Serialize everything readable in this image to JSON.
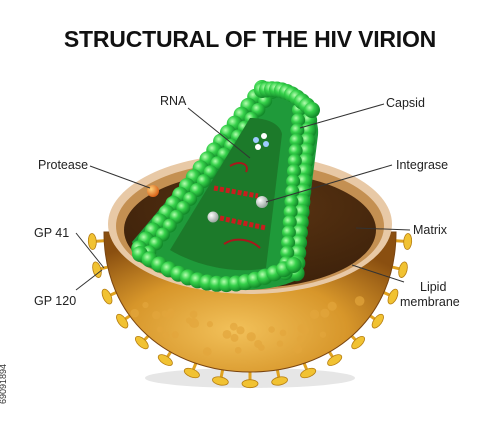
{
  "title": "STRUCTURAL OF THE HIV VIRION",
  "labels": {
    "rna": "RNA",
    "capsid": "Capsid",
    "protease": "Protease",
    "integrase": "Integrase",
    "gp41": "GP 41",
    "matrix": "Matrix",
    "lipid_membrane_line1": "Lipid",
    "lipid_membrane_line2": "membrane",
    "gp120": "GP 120"
  },
  "stock_id": "69091894",
  "colors": {
    "capsid_green": "#2ecc40",
    "envelope_gold": "#c6891b",
    "matrix_brown": "#7a4a1a",
    "rna_red": "#c81e1e",
    "spike_yellow": "#f1c232"
  }
}
